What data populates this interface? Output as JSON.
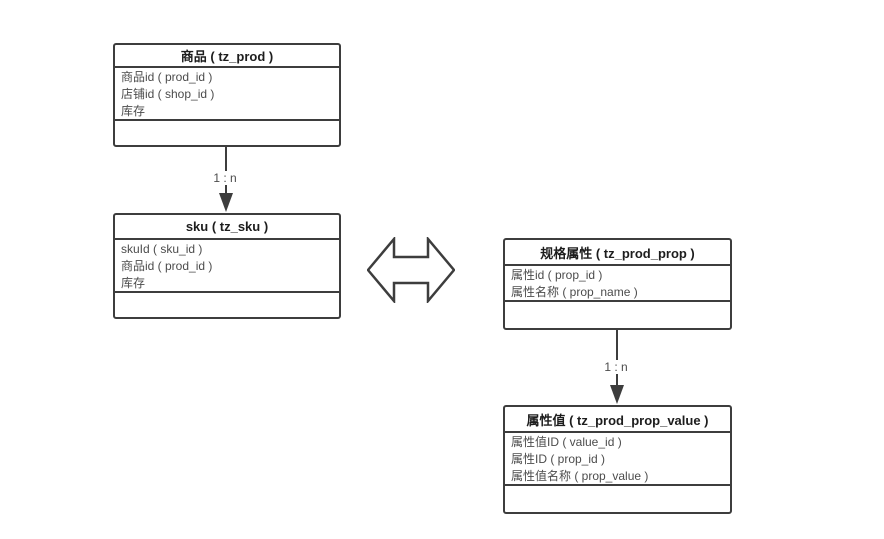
{
  "diagram": {
    "entities": [
      {
        "id": "prod",
        "title": "商品 ( tz_prod )",
        "fields": [
          "商品id ( prod_id )",
          "店铺id ( shop_id )",
          "库存"
        ]
      },
      {
        "id": "sku",
        "title": "sku ( tz_sku )",
        "fields": [
          "skuId ( sku_id )",
          "商品id ( prod_id )",
          "库存"
        ]
      },
      {
        "id": "prod_prop",
        "title": "规格属性 ( tz_prod_prop )",
        "fields": [
          "属性id ( prop_id )",
          "属性名称 ( prop_name )"
        ]
      },
      {
        "id": "prod_prop_value",
        "title": "属性值 ( tz_prod_prop_value )",
        "fields": [
          "属性值ID ( value_id )",
          "属性ID ( prop_id )",
          "属性值名称 ( prop_value )"
        ]
      }
    ],
    "relations": [
      {
        "from": "prod",
        "to": "sku",
        "label": "1 : n"
      },
      {
        "from": "prod_prop",
        "to": "prod_prop_value",
        "label": "1 : n"
      }
    ],
    "connector": {
      "type": "bidirectional-arrow",
      "between": [
        "sku",
        "prod_prop"
      ]
    },
    "colors": {
      "border": "#3d3d3d",
      "header_text": "#1d1d1d",
      "field_text": "#4c4c4c",
      "background": "#ffffff"
    }
  }
}
